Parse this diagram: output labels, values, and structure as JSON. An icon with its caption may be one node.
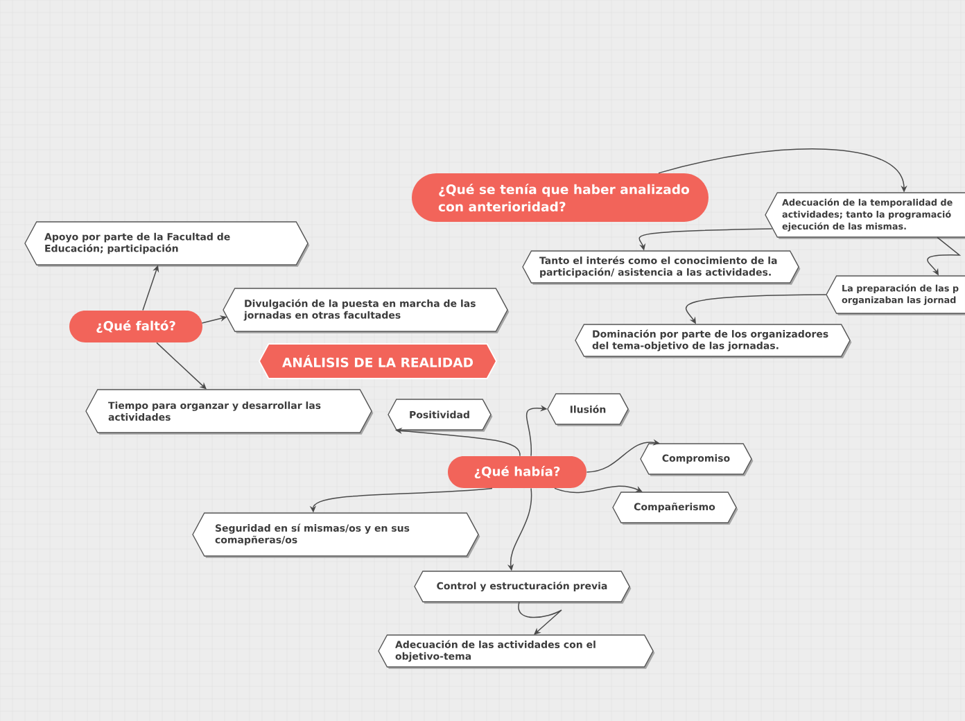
{
  "diagram": {
    "nodes": [
      {
        "text": [
          "ANÁLISIS DE LA REALIDAD"
        ]
      },
      {
        "text": [
          "¿Qué faltó?"
        ]
      },
      {
        "text": [
          "Apoyo por parte de la Facultad de Educación; participación"
        ]
      },
      {
        "text": [
          "Divulgación de la puesta en marcha de las jornadas en otras facultades"
        ]
      },
      {
        "text": [
          "Tiempo para organzar y  desarrollar las actividades"
        ]
      },
      {
        "text": [
          "¿Qué se tenía que haber analizado con anterioridad?"
        ]
      },
      {
        "text": [
          "Adecuación de la temporalidad de actividades; tanto la programació ejecución de las mismas."
        ]
      },
      {
        "text": [
          "Tanto el interés como el conocimiento de la participación/ asistencia a las actividades."
        ]
      },
      {
        "text": [
          "La preparación de las p organizaban las jornad"
        ]
      },
      {
        "text": [
          "Dominación por parte de los organizadores del tema-objetivo de las jornadas."
        ]
      },
      {
        "text": [
          "¿Qué había?"
        ]
      },
      {
        "text": [
          "Positividad"
        ]
      },
      {
        "text": [
          "Ilusión"
        ]
      },
      {
        "text": [
          "Compromiso"
        ]
      },
      {
        "text": [
          "Compañerismo"
        ]
      },
      {
        "text": [
          "Seguridad en sí mismas/os y en sus comapñeras/os"
        ]
      },
      {
        "text": [
          "Control  y estructuración previa"
        ]
      },
      {
        "text": [
          "Adecuación de las actividades con el objetivo-tema"
        ]
      }
    ],
    "edges": [
      {
        "from": 1,
        "to": 2,
        "arrow": "to"
      },
      {
        "from": 1,
        "to": 3,
        "arrow": "to"
      },
      {
        "from": 1,
        "to": 4,
        "arrow": "to"
      },
      {
        "from": 5,
        "to": 6,
        "arrow": "to"
      },
      {
        "from": 6,
        "to": 7,
        "arrow": "to"
      },
      {
        "from": 6,
        "to": 8,
        "arrow": "to"
      },
      {
        "from": 8,
        "to": 9,
        "arrow": "to"
      },
      {
        "from": 10,
        "to": 11,
        "arrow": "to"
      },
      {
        "from": 10,
        "to": 12,
        "arrow": "to"
      },
      {
        "from": 10,
        "to": 13,
        "arrow": "to"
      },
      {
        "from": 10,
        "to": 14,
        "arrow": "to"
      },
      {
        "from": 10,
        "to": 15,
        "arrow": "to"
      },
      {
        "from": 10,
        "to": 16,
        "arrow": "to"
      },
      {
        "from": 16,
        "to": 17,
        "arrow": "to"
      }
    ]
  }
}
